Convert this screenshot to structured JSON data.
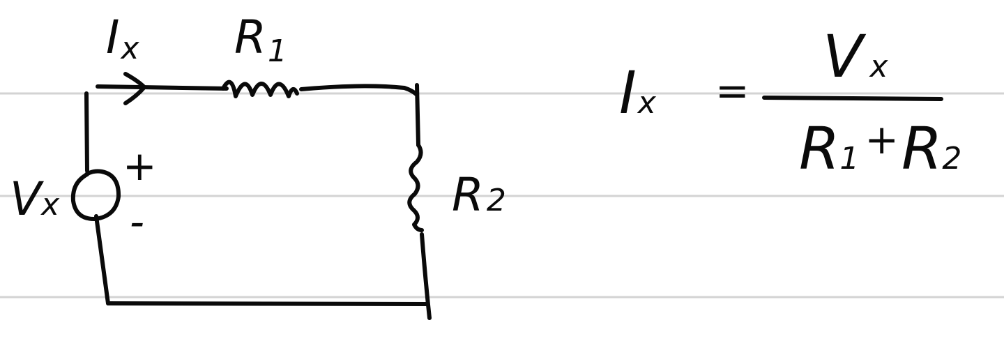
{
  "diagram": {
    "colors": {
      "ink": "#0a0a0a",
      "ruled_lines": "#d3d3d3",
      "background": "#ffffff"
    },
    "circuit": {
      "current_label": {
        "main": "I",
        "sub": "x"
      },
      "r1_label": {
        "main": "R",
        "sub": "1"
      },
      "r2_label": {
        "main": "R",
        "sub": "2"
      },
      "source_label": {
        "main": "V",
        "sub": "x"
      },
      "plus_sign": "+",
      "minus_sign": "-"
    },
    "equation": {
      "lhs": {
        "main": "I",
        "sub": "x"
      },
      "equals": "=",
      "numerator": {
        "main": "V",
        "sub": "x"
      },
      "denominator": {
        "term1": {
          "main": "R",
          "sub": "1"
        },
        "plus": "+",
        "term2": {
          "main": "R",
          "sub": "2"
        }
      }
    }
  }
}
